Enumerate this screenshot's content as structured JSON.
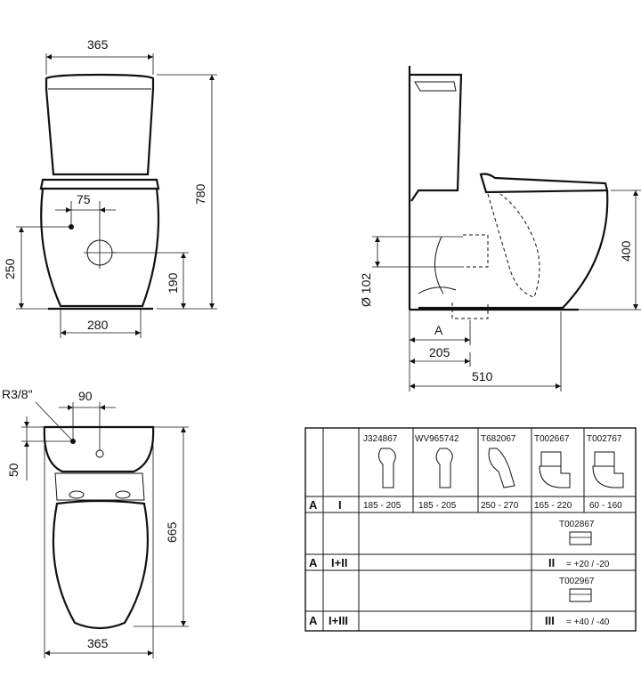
{
  "front_view": {
    "width_top": "365",
    "height_total": "780",
    "inlet_offset": "75",
    "height_outlet_left": "250",
    "height_outlet_center": "190",
    "base_width": "280"
  },
  "side_view": {
    "pipe_diameter": "Ø 102",
    "height_seat": "400",
    "dim_a": "A",
    "dim_205": "205",
    "depth_total": "510"
  },
  "top_view": {
    "thread": "R3/8\"",
    "inlet_offset": "90",
    "inlet_depth": "50",
    "length": "665",
    "width": "365"
  },
  "connector_table": {
    "row_main": {
      "label_a": "A",
      "label_roman": "I",
      "codes": [
        "J324867",
        "WV965742",
        "T682067",
        "T002667",
        "T002767"
      ],
      "ranges": [
        "185 - 205",
        "185 - 205",
        "250 - 270",
        "165 - 220",
        "60 - 160"
      ]
    },
    "row_ext1": {
      "label_a": "A",
      "label_roman": "I+II",
      "code": "T002867",
      "roman": "II",
      "value": "= +20 / -20"
    },
    "row_ext2": {
      "label_a": "A",
      "label_roman": "I+III",
      "code": "T002967",
      "roman": "III",
      "value": "= +40 / -40"
    }
  }
}
